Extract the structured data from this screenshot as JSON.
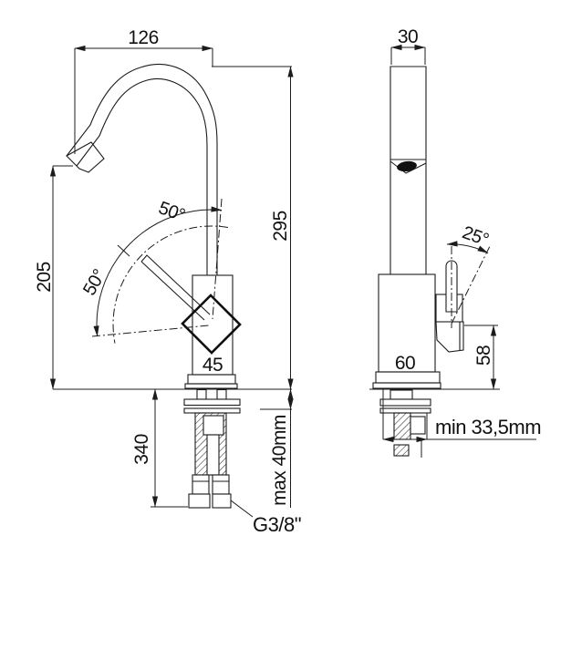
{
  "drawing": {
    "front_view": {
      "spout_reach": "126",
      "total_height": "295",
      "outlet_height": "205",
      "swivel_angle_upper": "50°",
      "swivel_angle_lower": "50°",
      "body_width": "45",
      "hose_length": "340",
      "deck_thickness_max": "max 40mm",
      "connection_thread": "G3/8\""
    },
    "side_view": {
      "spout_depth": "30",
      "lever_angle": "25°",
      "body_depth": "60",
      "lever_height": "58",
      "hole_min": "min 33,5mm"
    }
  }
}
